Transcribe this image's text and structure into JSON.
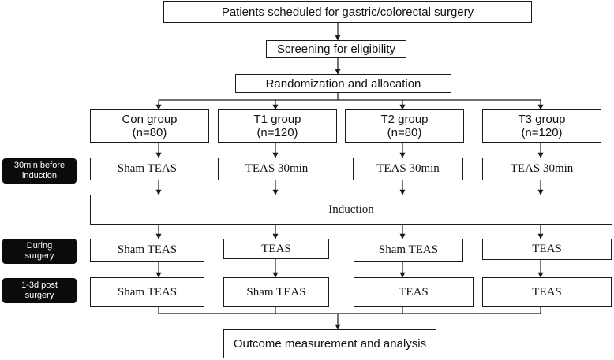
{
  "top_flow": {
    "patients": "Patients scheduled for gastric/colorectal surgery",
    "screening": "Screening for eligibility",
    "randomization": "Randomization and allocation"
  },
  "groups": [
    {
      "name": "Con group",
      "n": "(n=80)"
    },
    {
      "name": "T1 group",
      "n": "(n=120)"
    },
    {
      "name": "T2 group",
      "n": "(n=80)"
    },
    {
      "name": "T3 group",
      "n": "(n=120)"
    }
  ],
  "phases": {
    "before_induction": {
      "line1": "30min before",
      "line2": "induction"
    },
    "during_surgery": {
      "line1": "During",
      "line2": "surgery"
    },
    "post_surgery": {
      "line1": "1-3d post",
      "line2": "surgery"
    }
  },
  "before_induction_row": [
    "Sham TEAS",
    "TEAS 30min",
    "TEAS 30min",
    "TEAS 30min"
  ],
  "induction": "Induction",
  "during_surgery_row": [
    "Sham TEAS",
    "TEAS",
    "Sham TEAS",
    "TEAS"
  ],
  "post_surgery_row": [
    "Sham TEAS",
    "Sham TEAS",
    "TEAS",
    "TEAS"
  ],
  "outcome": "Outcome measurement and analysis"
}
